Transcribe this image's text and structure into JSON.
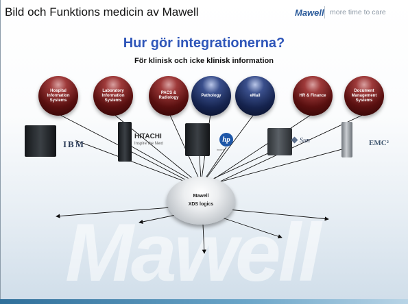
{
  "header": {
    "title": "Bild och Funktions medicin av Mawell",
    "brand": "Mawell",
    "tagline": "more time to care"
  },
  "main_title": "Hur gör integrationerna?",
  "subtitle": "För klinisk och icke klinisk information",
  "systems": [
    {
      "label": "Hospital Information Systems",
      "color": "red"
    },
    {
      "label": "Laboratory Information Systems",
      "color": "red"
    },
    {
      "label": "PACS & Radiology",
      "color": "red"
    },
    {
      "label": "Pathology",
      "color": "blue"
    },
    {
      "label": "eMail",
      "color": "blue"
    },
    {
      "label": "HR & Finance",
      "color": "red"
    },
    {
      "label": "Document Management Systems",
      "color": "red"
    }
  ],
  "vendors": {
    "ibm": "IBM",
    "hitachi": "HITACHI",
    "hitachi_tagline": "Inspire the Next",
    "hp": "hp",
    "hp_sub": "invent",
    "sun": "Sun",
    "emc": "EMC²"
  },
  "hub": {
    "line1": "Mawell",
    "line2": "XDS logics"
  },
  "watermark": "Mawell",
  "colors": {
    "title_blue": "#2f56b9",
    "orb_red": "#7a1a1a",
    "orb_blue": "#1e2c5a",
    "brand_blue": "#2a5a9a"
  }
}
